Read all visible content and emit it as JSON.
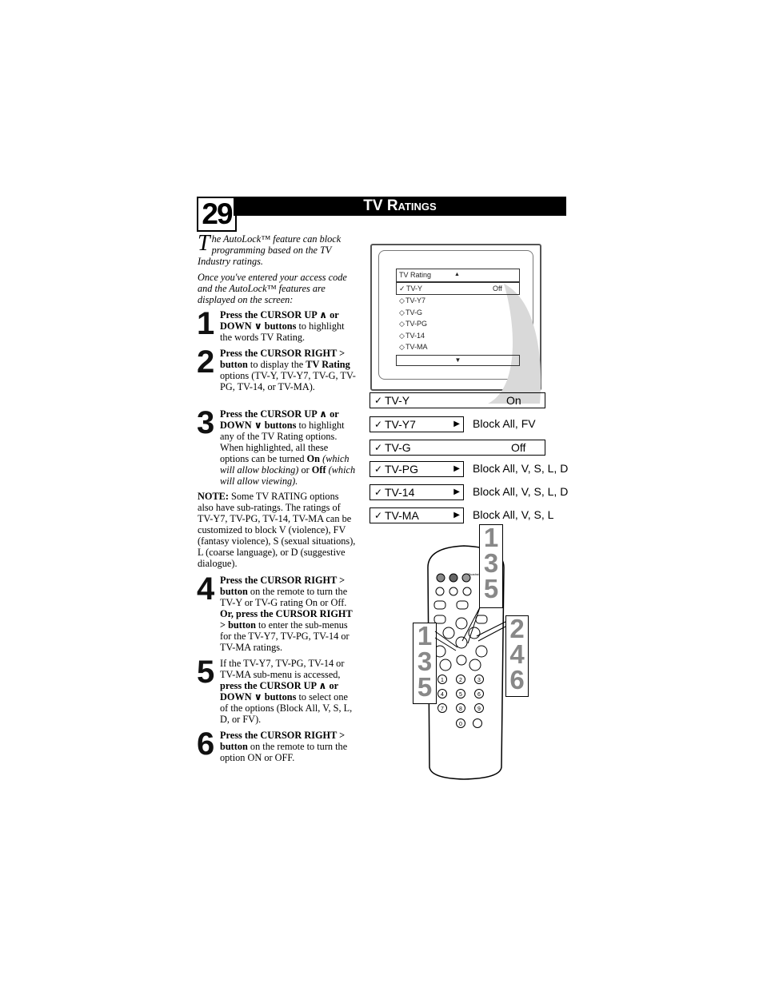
{
  "header": {
    "page_number": "29",
    "title": "TV Ratings"
  },
  "intro": {
    "drop_cap": "T",
    "p1_rest": "he AutoLock™ feature can block programming based on the TV Industry ratings.",
    "p2": "Once you've entered your access code and the AutoLock™ features are displayed on the screen:"
  },
  "steps": [
    {
      "num": "1",
      "html": "<b>Press the CURSOR UP ∧ or DOWN ∨ buttons</b> to highlight the words TV Rating."
    },
    {
      "num": "2",
      "html": "<b>Press the CURSOR RIGHT &gt; button</b> to display the <b>TV Rating</b> options (TV-Y, TV-Y7, TV-G, TV-PG, TV-14, or TV-MA)."
    },
    {
      "num": "3",
      "html": "<b>Press the CURSOR UP ∧ or DOWN ∨ buttons</b> to highlight any of the TV Rating options. When highlighted, all these options can be turned <b>On</b> <i>(which will allow blocking)</i> or <b>Off</b> <i>(which will allow viewing).</i>"
    },
    {
      "num": "4",
      "html": "<b>Press the CURSOR RIGHT &gt; button</b> on the remote to turn the TV-Y or TV-G rating On or Off. <b>Or, press the CURSOR RIGHT &gt; button</b> to enter the sub-menus for the TV-Y7, TV-PG, TV-14 or TV-MA ratings."
    },
    {
      "num": "5",
      "html": "If the TV-Y7, TV-PG, TV-14 or TV-MA sub-menu is accessed, <b>press the CURSOR UP ∧ or DOWN ∨ buttons</b> to select one of the options (Block All, V, S, L, D, or FV)."
    },
    {
      "num": "6",
      "html": "<b>Press the CURSOR RIGHT &gt; button</b> on the remote to turn the option ON or OFF."
    }
  ],
  "note": {
    "label": "NOTE:",
    "text": " Some TV RATING options also have sub-ratings. The ratings of TV-Y7, TV-PG, TV-14, TV-MA can be customized to block V (violence), FV (fantasy violence), S (sexual situations), L (coarse language), or D (suggestive dialogue)."
  },
  "screen": {
    "title": "TV Rating",
    "up_arrow": "▲",
    "selected": {
      "label": "TV-Y",
      "value": "Off"
    },
    "items": [
      "TV-Y7",
      "TV-G",
      "TV-PG",
      "TV-14",
      "TV-MA"
    ],
    "down_arrow": "▼"
  },
  "ratings": [
    {
      "label": "TV-Y",
      "value": "On",
      "desc": ""
    },
    {
      "label": "TV-Y7",
      "value": "",
      "desc": "Block All, FV"
    },
    {
      "label": "TV-G",
      "value": "Off",
      "desc": ""
    },
    {
      "label": "TV-PG",
      "value": "",
      "desc": "Block All, V, S, L, D"
    },
    {
      "label": "TV-14",
      "value": "",
      "desc": "Block All, V, S, L, D"
    },
    {
      "label": "TV-MA",
      "value": "",
      "desc": "Block All, V, S, L"
    }
  ],
  "remote": {
    "brand_label": "QuadraSurf",
    "badge_top": [
      "1",
      "3",
      "5"
    ],
    "badge_left": [
      "1",
      "3",
      "5"
    ],
    "badge_right": [
      "2",
      "4",
      "6"
    ],
    "digits": [
      "1",
      "2",
      "3",
      "4",
      "5",
      "6",
      "7",
      "8",
      "9",
      "0"
    ]
  }
}
